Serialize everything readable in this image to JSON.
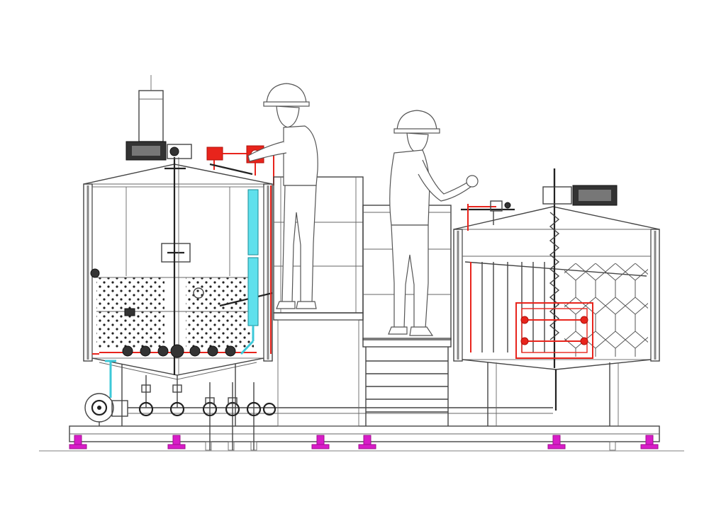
{
  "colors": {
    "outline": "#444444",
    "hot_piping": "#e8241c",
    "cold_piping": "#3cc8d8",
    "feet": "#d81cc8",
    "motor": "#333333"
  },
  "icons": {
    "mash_tun": "mash-tun-vessel",
    "boil_kettle": "boil-kettle-vessel",
    "platform": "operator-platform-stairs",
    "pump": "transfer-pump-icon",
    "operators": "operator-figure-icon"
  }
}
